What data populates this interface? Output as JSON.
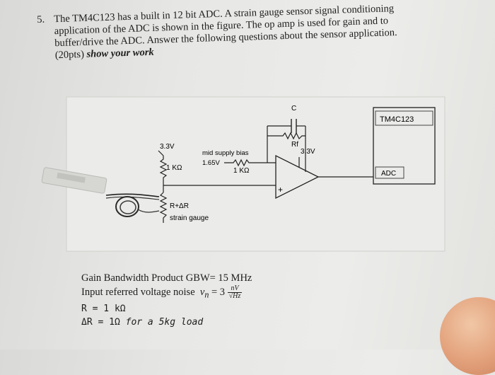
{
  "question": {
    "number": "5.",
    "line1": "The TM4C123 has a built in 12 bit ADC.  A strain gauge sensor signal conditioning",
    "line2": "application of the ADC is shown in the figure.  The op amp is used for gain and to",
    "line3": "buffer/drive the ADC.  Answer the following questions about the sensor application.",
    "points": "(20pts)",
    "emphasis": "show your work"
  },
  "circuit": {
    "supply_left": "3.3V",
    "resistor_top": "1 KΩ",
    "bias_label": "mid supply bias",
    "bias_voltage": "1.65V",
    "bias_resistor": "1 KΩ",
    "capacitor": "C",
    "feedback_resistor": "Rf",
    "opamp_supply": "3.3V",
    "plus_sign": "+",
    "gauge_resistance": "R+ΔR",
    "gauge_label": "strain gauge",
    "mcu_name": "TM4C123",
    "adc_label": "ADC"
  },
  "params": {
    "gbw": "Gain Bandwidth Product GBW= 15 MHz",
    "noise_label": "Input referred voltage noise",
    "noise_symbol": "v",
    "noise_subscript": "n",
    "noise_equals": " = 3",
    "noise_unit_num": "nV",
    "noise_unit_den": "√Hz",
    "r_value": "R = 1 kΩ",
    "delta_r_value": "ΔR = 1Ω",
    "delta_r_note": "for a 5kg load"
  }
}
